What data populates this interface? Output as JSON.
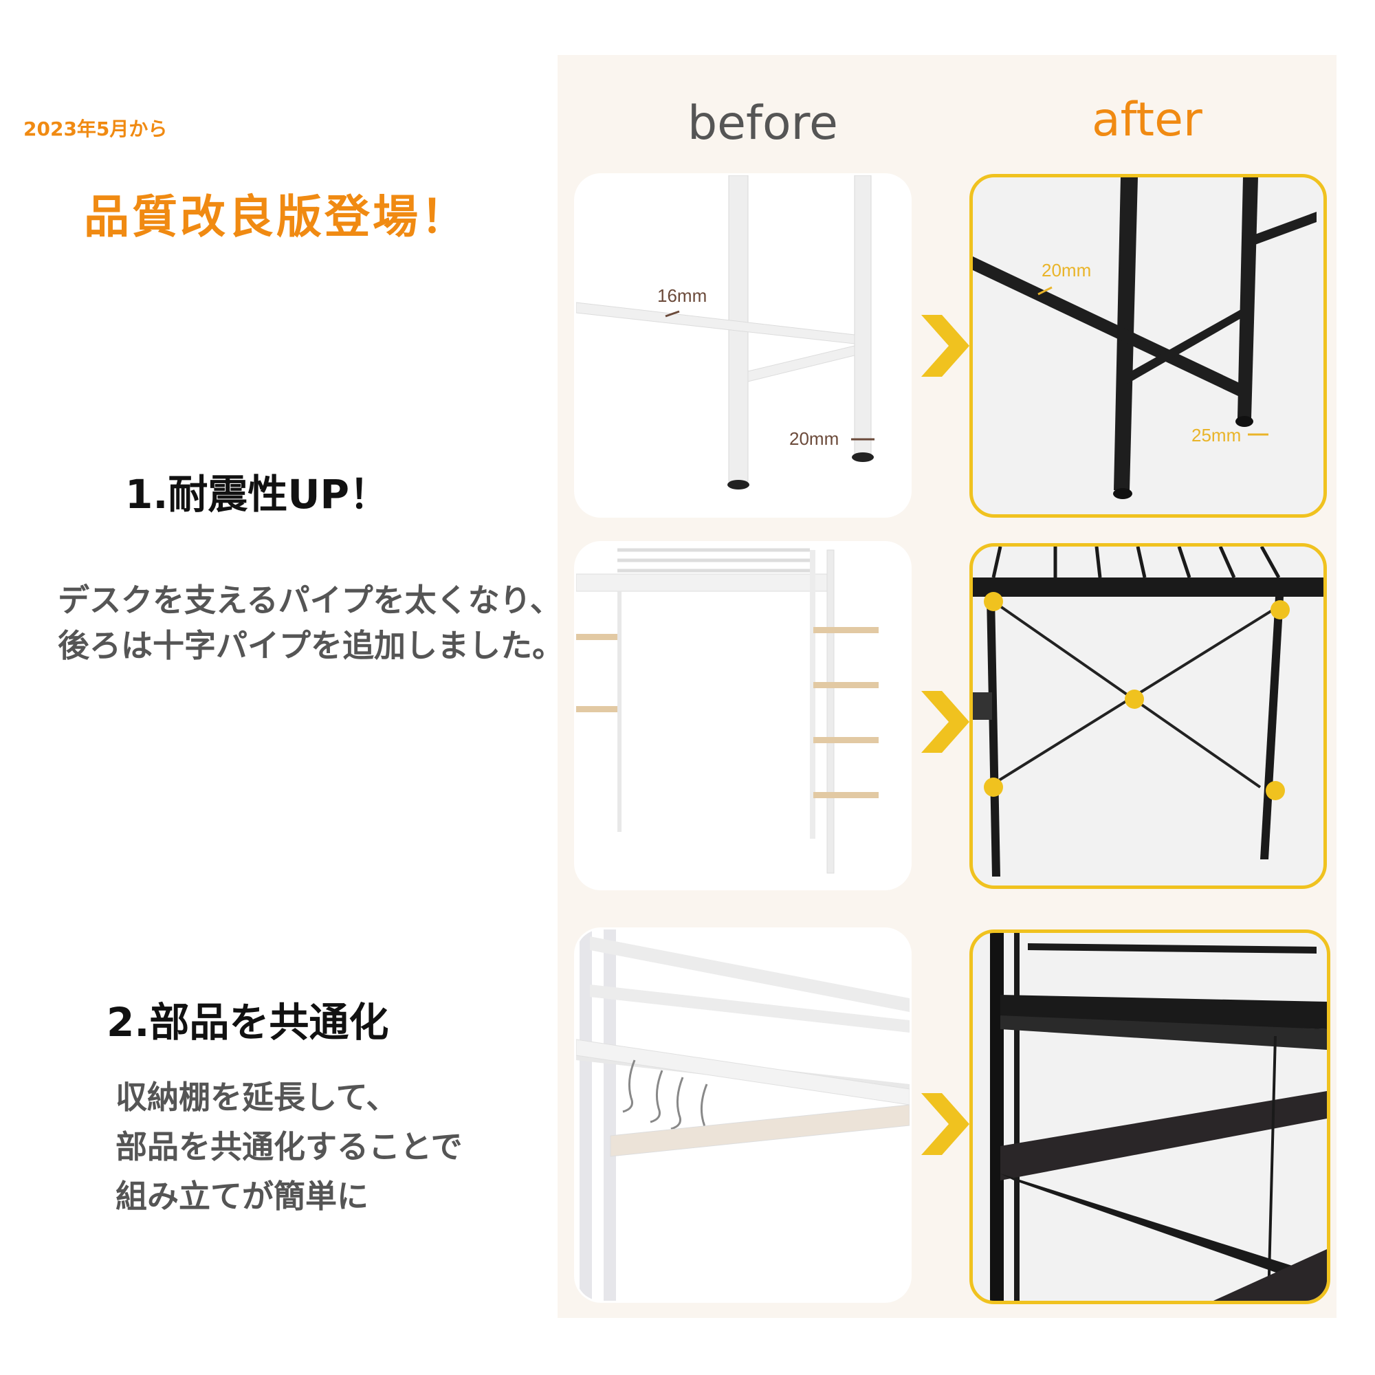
{
  "intro": {
    "date_text": "2023年5月から",
    "headline": "品質改良版登場！"
  },
  "sections": [
    {
      "title": "1.耐震性UP！",
      "body_lines": [
        "デスクを支えるパイプを太くなり、",
        "後ろは十字パイプを追加しました。"
      ]
    },
    {
      "title": "2.部品を共通化",
      "body_lines": [
        "収納棚を延長して、",
        "部品を共通化することで",
        "組み立てが簡単に"
      ]
    }
  ],
  "comparison": {
    "before_label": "before",
    "after_label": "after",
    "rows": [
      {
        "before": {
          "dims": [
            "16mm",
            "20mm"
          ]
        },
        "after": {
          "dims": [
            "20mm",
            "25mm"
          ]
        },
        "arrow_icon": "chevron-right-icon"
      },
      {
        "before": {
          "dims": []
        },
        "after": {
          "dims": []
        },
        "arrow_icon": "chevron-right-icon"
      },
      {
        "before": {
          "dims": []
        },
        "after": {
          "dims": []
        },
        "arrow_icon": "chevron-right-icon"
      }
    ]
  },
  "colors": {
    "accent_orange": "#f08a12",
    "accent_yellow": "#f0c21f",
    "panel_bg": "#faf5ef",
    "text_dark": "#111111",
    "text_gray": "#555555"
  }
}
